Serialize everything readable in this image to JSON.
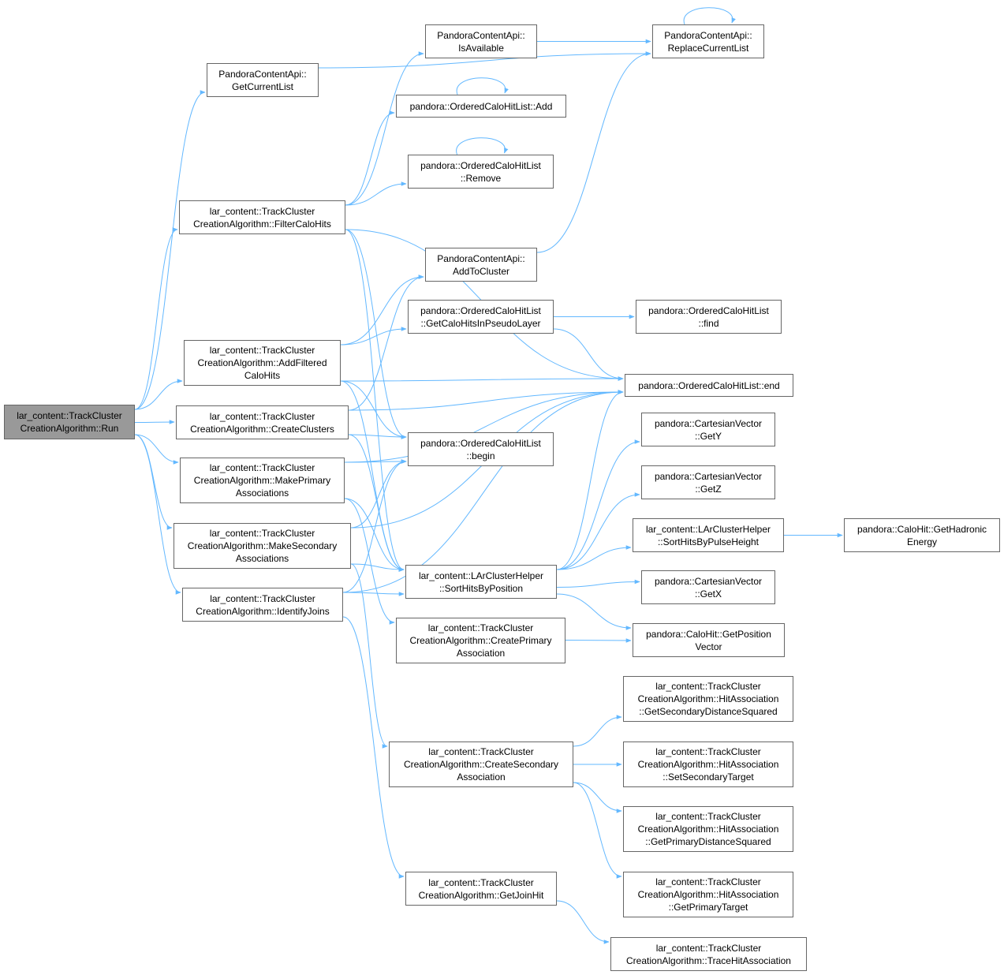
{
  "colors": {
    "edge": "#63b8ff",
    "node_border": "#666666",
    "root_fill": "#999999",
    "node_fill": "#ffffff"
  },
  "nodes": {
    "root": {
      "lines": [
        "lar_content::TrackCluster",
        "CreationAlgorithm::Run"
      ]
    },
    "getCurrentList": {
      "lines": [
        "PandoraContentApi::",
        "GetCurrentList"
      ]
    },
    "isAvailable": {
      "lines": [
        "PandoraContentApi::",
        "IsAvailable"
      ]
    },
    "replaceCurrentList": {
      "lines": [
        "PandoraContentApi::",
        "ReplaceCurrentList"
      ]
    },
    "add": {
      "lines": [
        "pandora::OrderedCaloHitList::Add"
      ]
    },
    "remove": {
      "lines": [
        "pandora::OrderedCaloHitList",
        "::Remove"
      ]
    },
    "filterCaloHits": {
      "lines": [
        "lar_content::TrackCluster",
        "CreationAlgorithm::FilterCaloHits"
      ]
    },
    "addToCluster": {
      "lines": [
        "PandoraContentApi::",
        "AddToCluster"
      ]
    },
    "getCaloHitsInPseudoLayer": {
      "lines": [
        "pandora::OrderedCaloHitList",
        "::GetCaloHitsInPseudoLayer"
      ]
    },
    "find": {
      "lines": [
        "pandora::OrderedCaloHitList",
        "::find"
      ]
    },
    "addFilteredCaloHits": {
      "lines": [
        "lar_content::TrackCluster",
        "CreationAlgorithm::AddFiltered",
        "CaloHits"
      ]
    },
    "end": {
      "lines": [
        "pandora::OrderedCaloHitList::end"
      ]
    },
    "createClusters": {
      "lines": [
        "lar_content::TrackCluster",
        "CreationAlgorithm::CreateClusters"
      ]
    },
    "getY": {
      "lines": [
        "pandora::CartesianVector",
        "::GetY"
      ]
    },
    "begin": {
      "lines": [
        "pandora::OrderedCaloHitList",
        "::begin"
      ]
    },
    "makePrimary": {
      "lines": [
        "lar_content::TrackCluster",
        "CreationAlgorithm::MakePrimary",
        "Associations"
      ]
    },
    "getZ": {
      "lines": [
        "pandora::CartesianVector",
        "::GetZ"
      ]
    },
    "sortHitsByPulseHeight": {
      "lines": [
        "lar_content::LArClusterHelper",
        "::SortHitsByPulseHeight"
      ]
    },
    "getHadronicEnergy": {
      "lines": [
        "pandora::CaloHit::GetHadronic",
        "Energy"
      ]
    },
    "makeSecondary": {
      "lines": [
        "lar_content::TrackCluster",
        "CreationAlgorithm::MakeSecondary",
        "Associations"
      ]
    },
    "sortHitsByPosition": {
      "lines": [
        "lar_content::LArClusterHelper",
        "::SortHitsByPosition"
      ]
    },
    "getX": {
      "lines": [
        "pandora::CartesianVector",
        "::GetX"
      ]
    },
    "identifyJoins": {
      "lines": [
        "lar_content::TrackCluster",
        "CreationAlgorithm::IdentifyJoins"
      ]
    },
    "createPrimaryAssociation": {
      "lines": [
        "lar_content::TrackCluster",
        "CreationAlgorithm::CreatePrimary",
        "Association"
      ]
    },
    "getPositionVector": {
      "lines": [
        "pandora::CaloHit::GetPosition",
        "Vector"
      ]
    },
    "getSecondaryDistanceSquared": {
      "lines": [
        "lar_content::TrackCluster",
        "CreationAlgorithm::HitAssociation",
        "::GetSecondaryDistanceSquared"
      ]
    },
    "createSecondaryAssociation": {
      "lines": [
        "lar_content::TrackCluster",
        "CreationAlgorithm::CreateSecondary",
        "Association"
      ]
    },
    "setSecondaryTarget": {
      "lines": [
        "lar_content::TrackCluster",
        "CreationAlgorithm::HitAssociation",
        "::SetSecondaryTarget"
      ]
    },
    "getPrimaryDistanceSquared": {
      "lines": [
        "lar_content::TrackCluster",
        "CreationAlgorithm::HitAssociation",
        "::GetPrimaryDistanceSquared"
      ]
    },
    "getJoinHit": {
      "lines": [
        "lar_content::TrackCluster",
        "CreationAlgorithm::GetJoinHit"
      ]
    },
    "getPrimaryTarget": {
      "lines": [
        "lar_content::TrackCluster",
        "CreationAlgorithm::HitAssociation",
        "::GetPrimaryTarget"
      ]
    },
    "traceHitAssociation": {
      "lines": [
        "lar_content::TrackCluster",
        "CreationAlgorithm::TraceHitAssociation"
      ]
    }
  },
  "edges": [
    [
      "root",
      "getCurrentList"
    ],
    [
      "root",
      "filterCaloHits"
    ],
    [
      "root",
      "addFilteredCaloHits"
    ],
    [
      "root",
      "createClusters"
    ],
    [
      "root",
      "makePrimary"
    ],
    [
      "root",
      "makeSecondary"
    ],
    [
      "root",
      "identifyJoins"
    ],
    [
      "getCurrentList",
      "replaceCurrentList"
    ],
    [
      "isAvailable",
      "replaceCurrentList"
    ],
    [
      "replaceCurrentList",
      "replaceCurrentList"
    ],
    [
      "add",
      "add"
    ],
    [
      "remove",
      "remove"
    ],
    [
      "filterCaloHits",
      "isAvailable"
    ],
    [
      "filterCaloHits",
      "add"
    ],
    [
      "filterCaloHits",
      "remove"
    ],
    [
      "filterCaloHits",
      "end"
    ],
    [
      "filterCaloHits",
      "begin"
    ],
    [
      "filterCaloHits",
      "sortHitsByPosition"
    ],
    [
      "addToCluster",
      "replaceCurrentList"
    ],
    [
      "getCaloHitsInPseudoLayer",
      "find"
    ],
    [
      "getCaloHitsInPseudoLayer",
      "end"
    ],
    [
      "addFilteredCaloHits",
      "addToCluster"
    ],
    [
      "addFilteredCaloHits",
      "getCaloHitsInPseudoLayer"
    ],
    [
      "addFilteredCaloHits",
      "end"
    ],
    [
      "addFilteredCaloHits",
      "begin"
    ],
    [
      "addFilteredCaloHits",
      "sortHitsByPosition"
    ],
    [
      "createClusters",
      "addToCluster"
    ],
    [
      "createClusters",
      "end"
    ],
    [
      "createClusters",
      "begin"
    ],
    [
      "createClusters",
      "sortHitsByPosition"
    ],
    [
      "makePrimary",
      "begin"
    ],
    [
      "makePrimary",
      "end"
    ],
    [
      "makePrimary",
      "sortHitsByPosition"
    ],
    [
      "makePrimary",
      "createPrimaryAssociation"
    ],
    [
      "makeSecondary",
      "begin"
    ],
    [
      "makeSecondary",
      "end"
    ],
    [
      "makeSecondary",
      "sortHitsByPosition"
    ],
    [
      "makeSecondary",
      "createSecondaryAssociation"
    ],
    [
      "identifyJoins",
      "begin"
    ],
    [
      "identifyJoins",
      "end"
    ],
    [
      "identifyJoins",
      "sortHitsByPosition"
    ],
    [
      "identifyJoins",
      "getJoinHit"
    ],
    [
      "sortHitsByPosition",
      "getY"
    ],
    [
      "sortHitsByPosition",
      "getZ"
    ],
    [
      "sortHitsByPosition",
      "sortHitsByPulseHeight"
    ],
    [
      "sortHitsByPosition",
      "getX"
    ],
    [
      "sortHitsByPosition",
      "getPositionVector"
    ],
    [
      "sortHitsByPosition",
      "end"
    ],
    [
      "sortHitsByPulseHeight",
      "getHadronicEnergy"
    ],
    [
      "createPrimaryAssociation",
      "getPositionVector"
    ],
    [
      "createSecondaryAssociation",
      "getSecondaryDistanceSquared"
    ],
    [
      "createSecondaryAssociation",
      "setSecondaryTarget"
    ],
    [
      "createSecondaryAssociation",
      "getPrimaryDistanceSquared"
    ],
    [
      "createSecondaryAssociation",
      "getPrimaryTarget"
    ],
    [
      "getJoinHit",
      "traceHitAssociation"
    ]
  ]
}
